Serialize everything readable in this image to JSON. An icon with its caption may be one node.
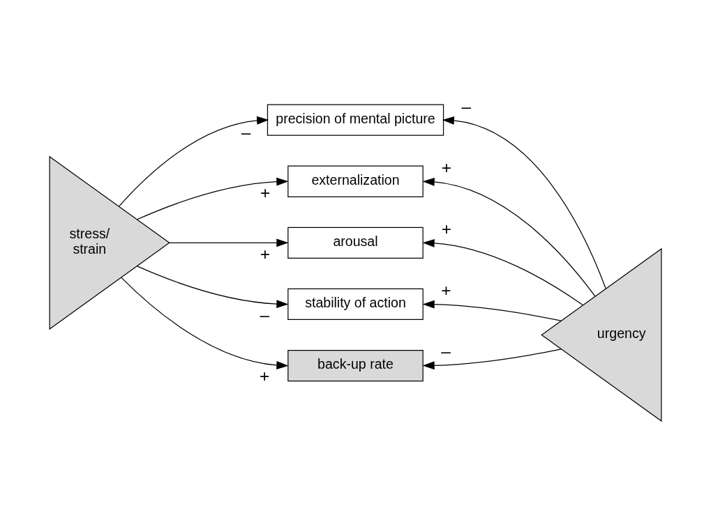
{
  "diagram": {
    "nodes": [
      {
        "text": [
          "stress/ strain"
        ]
      },
      {
        "text": [
          "precision of mental picture"
        ]
      },
      {
        "text": [
          "externalization"
        ]
      },
      {
        "text": [
          "arousal"
        ]
      },
      {
        "text": [
          "stability of action"
        ]
      },
      {
        "text": [
          "back-up rate"
        ]
      },
      {
        "text": [
          "urgency"
        ]
      }
    ],
    "edges": [
      {
        "from": 0,
        "to": 1,
        "arrow": "to",
        "label": "–"
      },
      {
        "from": 0,
        "to": 2,
        "arrow": "to",
        "label": "+"
      },
      {
        "from": 0,
        "to": 3,
        "arrow": "to",
        "label": "+"
      },
      {
        "from": 0,
        "to": 4,
        "arrow": "to",
        "label": "–"
      },
      {
        "from": 0,
        "to": 5,
        "arrow": "to",
        "label": "+"
      },
      {
        "from": 6,
        "to": 1,
        "arrow": "to",
        "label": "–"
      },
      {
        "from": 6,
        "to": 2,
        "arrow": "to",
        "label": "+"
      },
      {
        "from": 6,
        "to": 3,
        "arrow": "to",
        "label": "+"
      },
      {
        "from": 6,
        "to": 4,
        "arrow": "to",
        "label": "+"
      },
      {
        "from": 6,
        "to": 5,
        "arrow": "to",
        "label": "–"
      }
    ]
  }
}
